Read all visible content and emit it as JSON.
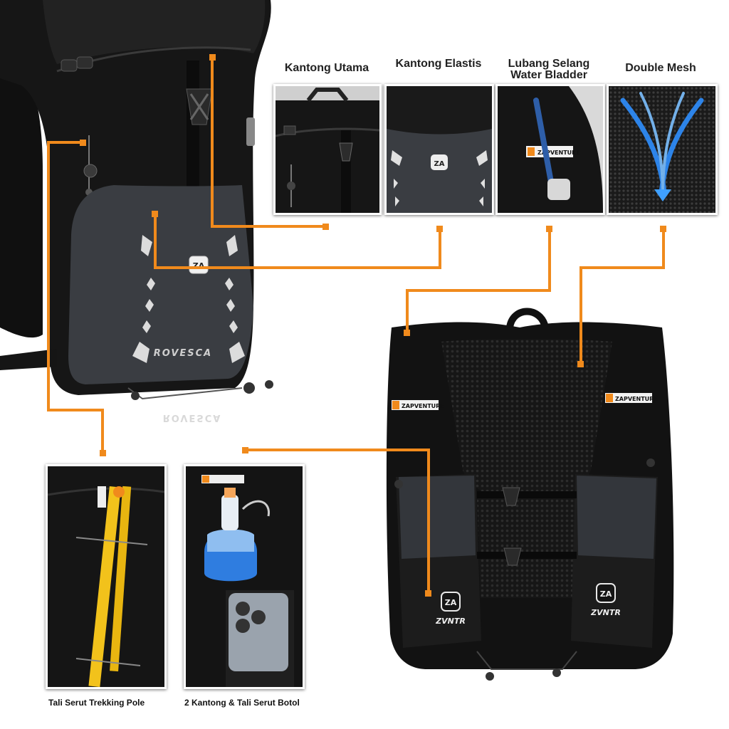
{
  "features": {
    "kantong_utama": "Kantong Utama",
    "kantong_elastis": "Kantong Elastis",
    "lubang_selang_line1": "Lubang Selang",
    "lubang_selang_line2": "Water Bladder",
    "double_mesh": "Double Mesh",
    "tali_trekking": "Tali Serut Trekking Pole",
    "kantong_botol": "2 Kantong & Tali Serut Botol"
  },
  "brands": {
    "back_print": "ROVESCA",
    "back_reflection": "ROVESCA",
    "logo_mark": "ZA",
    "vest_print": "ZVNTR",
    "vest_tag": "ZAPVENTURE"
  },
  "colors": {
    "accent": "#f08a1c",
    "pack_black": "#141414",
    "panel_grey": "#3a3d42",
    "mesh_blue": "#2f8fff"
  }
}
